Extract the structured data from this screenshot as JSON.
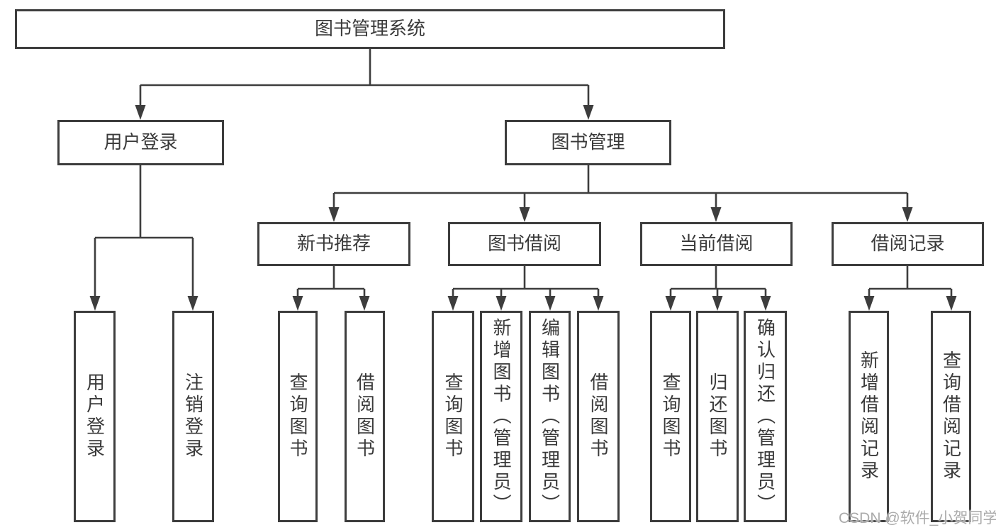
{
  "diagram": {
    "root": {
      "label": "图书管理系统"
    },
    "level2": [
      {
        "label": "用户登录"
      },
      {
        "label": "图书管理"
      }
    ],
    "level3": [
      {
        "label": "新书推荐"
      },
      {
        "label": "图书借阅"
      },
      {
        "label": "当前借阅"
      },
      {
        "label": "借阅记录"
      }
    ],
    "leaves": [
      {
        "label": "用户登录"
      },
      {
        "label": "注销登录"
      },
      {
        "label": "查询图书"
      },
      {
        "label": "借阅图书"
      },
      {
        "label": "查询图书"
      },
      {
        "label": "新增图书（管理员）"
      },
      {
        "label": "编辑图书（管理员）"
      },
      {
        "label": "借阅图书"
      },
      {
        "label": "查询图书"
      },
      {
        "label": "归还图书"
      },
      {
        "label": "确认归还（管理员）"
      },
      {
        "label": "新增借阅记录"
      },
      {
        "label": "查询借阅记录"
      }
    ],
    "watermark": "CSDN @软件_小贺同学",
    "colors": {
      "line": "#3d3d3d",
      "text": "#3a3a3a",
      "background": "#ffffff",
      "watermark": "#ababab"
    }
  }
}
